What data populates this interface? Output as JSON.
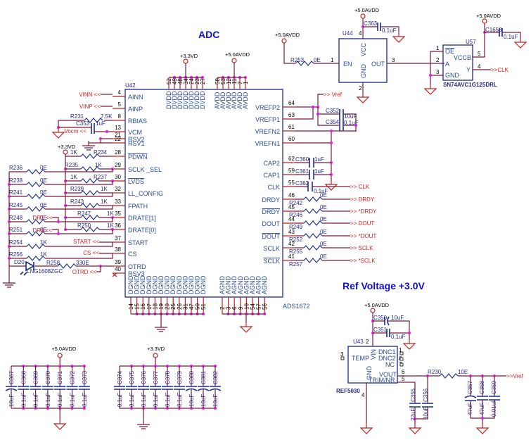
{
  "titles": {
    "adc": "ADC",
    "ref_voltage": "Ref Voltage +3.0V"
  },
  "power_nets": {
    "avdd": "+5.0AVDD",
    "dvdd": "+3.3VD"
  },
  "u42": {
    "ref": "U42",
    "part": "ADS1672",
    "left_pins": [
      {
        "num": "4",
        "name": "AINN",
        "net": "VINN"
      },
      {
        "num": "5",
        "name": "AINP",
        "net": "VINP"
      },
      {
        "num": "8",
        "name": "RBIAS"
      },
      {
        "num": "13",
        "name": "VCM",
        "net": "Vocm"
      },
      {
        "num": "21",
        "name": "RSV2"
      },
      {
        "num": "22",
        "name": "RSV1"
      },
      {
        "num": "28",
        "name": "PDWN"
      },
      {
        "num": "29",
        "name": "SCLK _SEL"
      },
      {
        "num": "30",
        "name": "LVDS"
      },
      {
        "num": "32",
        "name": "LL_CONFIG"
      },
      {
        "num": "33",
        "name": "FPATH"
      },
      {
        "num": "35",
        "name": "DRATE[1]"
      },
      {
        "num": "36",
        "name": "DRATE[0]"
      },
      {
        "num": "37",
        "name": "START"
      },
      {
        "num": "38",
        "name": "CS"
      },
      {
        "num": "39",
        "name": "OTRD"
      },
      {
        "num": "40",
        "name": "RSV3"
      }
    ],
    "right_pins": [
      {
        "num": "64",
        "name": "VREFP2"
      },
      {
        "num": "63",
        "name": "VREFP1"
      },
      {
        "num": "61",
        "name": "VREFN2"
      },
      {
        "num": "60",
        "name": "VREFN1"
      },
      {
        "num": "62",
        "name": "CAP2"
      },
      {
        "num": "59",
        "name": "CAP1"
      },
      {
        "num": "55",
        "name": "CLK"
      },
      {
        "num": "46",
        "name": "DRDY"
      },
      {
        "num": "45",
        "name": "DRDY"
      },
      {
        "num": "44",
        "name": "DOUT"
      },
      {
        "num": "43",
        "name": "DOUT"
      },
      {
        "num": "42",
        "name": "SCLK"
      },
      {
        "num": "41",
        "name": "SCLK"
      }
    ],
    "top_dvdd_pins": [
      "52",
      "49",
      "48",
      "34",
      "24",
      "23",
      "27"
    ],
    "top_avdd_pins": [
      "58",
      "53",
      "12",
      "11",
      "7",
      "1"
    ],
    "top_dvdd_label": "DVDD",
    "top_avdd_label": "AVDD",
    "bottom_dgnd_pins": [
      "14",
      "15",
      "16",
      "17",
      "18",
      "19",
      "20",
      "25",
      "26",
      "31",
      "47",
      "50",
      "51"
    ],
    "bottom_agnd_pins": [
      "2",
      "3",
      "6",
      "9",
      "10",
      "54",
      "57",
      "56"
    ],
    "bottom_dgnd_label": "DGND",
    "bottom_agnd_label": "AGND"
  },
  "left_components": {
    "r231": {
      "ref": "R231",
      "value": "7.5K"
    },
    "c353": {
      "ref": "C353",
      "value": "1uF"
    },
    "r234": {
      "ref": "R234",
      "value": "1K"
    },
    "r235": {
      "ref": "R235",
      "value": "1K"
    },
    "r236": {
      "ref": "R236",
      "value": "0E"
    },
    "r237": {
      "ref": "R237",
      "value": "1K"
    },
    "r238": {
      "ref": "R238",
      "value": "0E"
    },
    "r239": {
      "ref": "R239",
      "value": "1K"
    },
    "r241": {
      "ref": "R241",
      "value": "0E"
    },
    "r243": {
      "ref": "R243",
      "value": "1K"
    },
    "r245": {
      "ref": "R245",
      "value": "0E"
    },
    "r247": {
      "ref": "R247",
      "value": "1K"
    },
    "r248": {
      "ref": "R248",
      "value": "0E"
    },
    "r250": {
      "ref": "R250",
      "value": "1K"
    },
    "r251": {
      "ref": "R251",
      "value": "0E"
    },
    "r254": {
      "ref": "R254",
      "value": "1K"
    },
    "r256": {
      "ref": "R256",
      "value": "1K"
    },
    "r258": {
      "ref": "R258",
      "value": "330E"
    },
    "d20": {
      "ref": "D20",
      "value": "LNG1608ZGC"
    },
    "nets": {
      "dr1": "DR1",
      "dr0": "DR0",
      "start": "START",
      "cs": "CS",
      "otrd": "OTRD"
    }
  },
  "right_components": {
    "vref_net": "Vref",
    "c352": {
      "ref": "C352",
      "value": "10uF"
    },
    "c354": {
      "ref": "C354",
      "value": "0.1uF"
    },
    "c360": {
      "ref": "C360",
      "value": "1uF"
    },
    "c361": {
      "ref": "C361",
      "value": "1uF"
    },
    "c362": {
      "ref": "C362",
      "value": "0.1uF"
    },
    "clk_net": "CLK",
    "outputs": [
      {
        "ref": "R242",
        "value": "0E",
        "net": "DRDY"
      },
      {
        "ref": "R246",
        "value": "0E",
        "net": "*DRDY"
      },
      {
        "ref": "R249",
        "value": "0E",
        "net": "DOUT"
      },
      {
        "ref": "R252",
        "value": "0E",
        "net": "*DOUT"
      },
      {
        "ref": "R255",
        "value": "0E",
        "net": "SCLK"
      },
      {
        "ref": "R257",
        "value": "0E",
        "net": "*SCLK"
      }
    ]
  },
  "u44": {
    "ref": "U44",
    "pins": {
      "vcc": "VCC",
      "gnd": "GND",
      "en": "EN",
      "out": "OUT"
    },
    "nums": {
      "vcc": "4",
      "gnd": "2",
      "en": "1",
      "out": "3"
    },
    "r253": {
      "ref": "R253",
      "value": "0E"
    },
    "c363": {
      "ref": "C363",
      "value": "0.1uF"
    }
  },
  "u57": {
    "ref": "U57",
    "part": "SN74AVC1G125DRL",
    "pins": {
      "oe": "OE",
      "a": "A",
      "gnd": "GND",
      "vccb": "VCCB",
      "y": "Y"
    },
    "nums": {
      "oe": "1",
      "a": "2",
      "gnd": "3",
      "vccb": "5",
      "y": "4"
    },
    "c1658": {
      "ref": "C1658",
      "value": "0.1uF"
    },
    "net": "CLK"
  },
  "u43": {
    "ref": "U43",
    "part": "REF5030",
    "pins": {
      "temp": "TEMP",
      "vin": "VIN",
      "dnc1": "DNC1",
      "dnc2": "DNC2",
      "nc": "NC",
      "vout": "VOUT",
      "trim": "TRIM/NR",
      "gnd": "GND"
    },
    "nums": {
      "temp": "3",
      "vin": "2",
      "dnc1": "1",
      "dnc2": "8",
      "nc": "7",
      "vout": "6",
      "trim": "5",
      "gnd": "4"
    },
    "c350": {
      "ref": "C350",
      "value": "10uF"
    },
    "c351": {
      "ref": "C351",
      "value": "0.1uF"
    },
    "c355": {
      "ref": "C355",
      "value": "22uF"
    },
    "c356": {
      "ref": "C356",
      "value": "10uF"
    },
    "r230": {
      "ref": "R230",
      "value": "10E"
    },
    "c357": {
      "ref": "C357",
      "value": "47uF"
    },
    "c358": {
      "ref": "C358",
      "value": "47uF"
    },
    "c359": {
      "ref": "C359",
      "value": "0.01uF"
    },
    "net": "Vref"
  },
  "decoupling_avdd": [
    {
      "ref": "C367",
      "value": "10uF"
    },
    {
      "ref": "C368",
      "value": "0.1uF"
    },
    {
      "ref": "C369",
      "value": "0.1uF"
    },
    {
      "ref": "C370",
      "value": "0.1uF"
    },
    {
      "ref": "C371",
      "value": "0.1uF"
    },
    {
      "ref": "C372",
      "value": "0.1uF"
    },
    {
      "ref": "C373",
      "value": "0.1uF"
    }
  ],
  "decoupling_dvdd": [
    {
      "ref": "C374",
      "value": "0.1uF"
    },
    {
      "ref": "C375",
      "value": "0.1uF"
    },
    {
      "ref": "C376",
      "value": "0.1uF"
    },
    {
      "ref": "C377",
      "value": "0.1uF"
    },
    {
      "ref": "C378",
      "value": "0.1uF"
    },
    {
      "ref": "C379",
      "value": "0.1uF"
    },
    {
      "ref": "C380",
      "value": "10uF"
    },
    {
      "ref": "C381",
      "value": "10uF"
    },
    {
      "ref": "C382",
      "value": "10uF"
    }
  ]
}
